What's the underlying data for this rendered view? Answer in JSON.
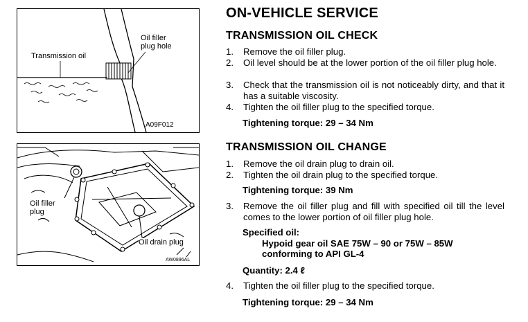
{
  "figure1": {
    "label_transmission_oil": "Transmission oil",
    "label_filler_hole_line1": "Oil filler",
    "label_filler_hole_line2": "plug hole",
    "code": "A09F012"
  },
  "figure2": {
    "label_filler_plug_line1": "Oil  filler",
    "label_filler_plug_line2": "plug",
    "label_drain_plug": "Oil drain plug",
    "code": "AW0896AL"
  },
  "title": "ON-VEHICLE SERVICE",
  "check": {
    "heading": "TRANSMISSION OIL CHECK",
    "steps": [
      {
        "num": "1.",
        "text": "Remove the oil filler plug."
      },
      {
        "num": "2.",
        "text": "Oil level should be at the lower portion of the oil filler plug hole."
      },
      {
        "num": "3.",
        "text": "Check that the transmission oil is not noticeably dirty, and that it has a suitable viscosity."
      },
      {
        "num": "4.",
        "text": "Tighten the oil filler plug to the specified torque."
      }
    ],
    "torque": "Tightening torque: 29 – 34 Nm"
  },
  "change": {
    "heading": "TRANSMISSION OIL CHANGE",
    "steps": [
      {
        "num": "1.",
        "text": "Remove the oil drain plug to drain oil."
      },
      {
        "num": "2.",
        "text": "Tighten the oil drain plug to the specified torque."
      },
      {
        "num": "3.",
        "text": "Remove the oil filler plug and fill with specified oil till the level comes to the lower portion of oil filler plug hole."
      },
      {
        "num": "4.",
        "text": "Tighten the oil filler plug to the specified torque."
      }
    ],
    "torque_step2": "Tightening torque: 39 Nm",
    "specified_oil_label": "Specified oil:",
    "specified_oil_line1": "Hypoid gear oil SAE 75W – 90 or 75W – 85W",
    "specified_oil_line2": "conforming to API GL-4",
    "quantity": "Quantity: 2.4 ℓ",
    "torque_step4": "Tightening torque: 29 – 34 Nm"
  }
}
